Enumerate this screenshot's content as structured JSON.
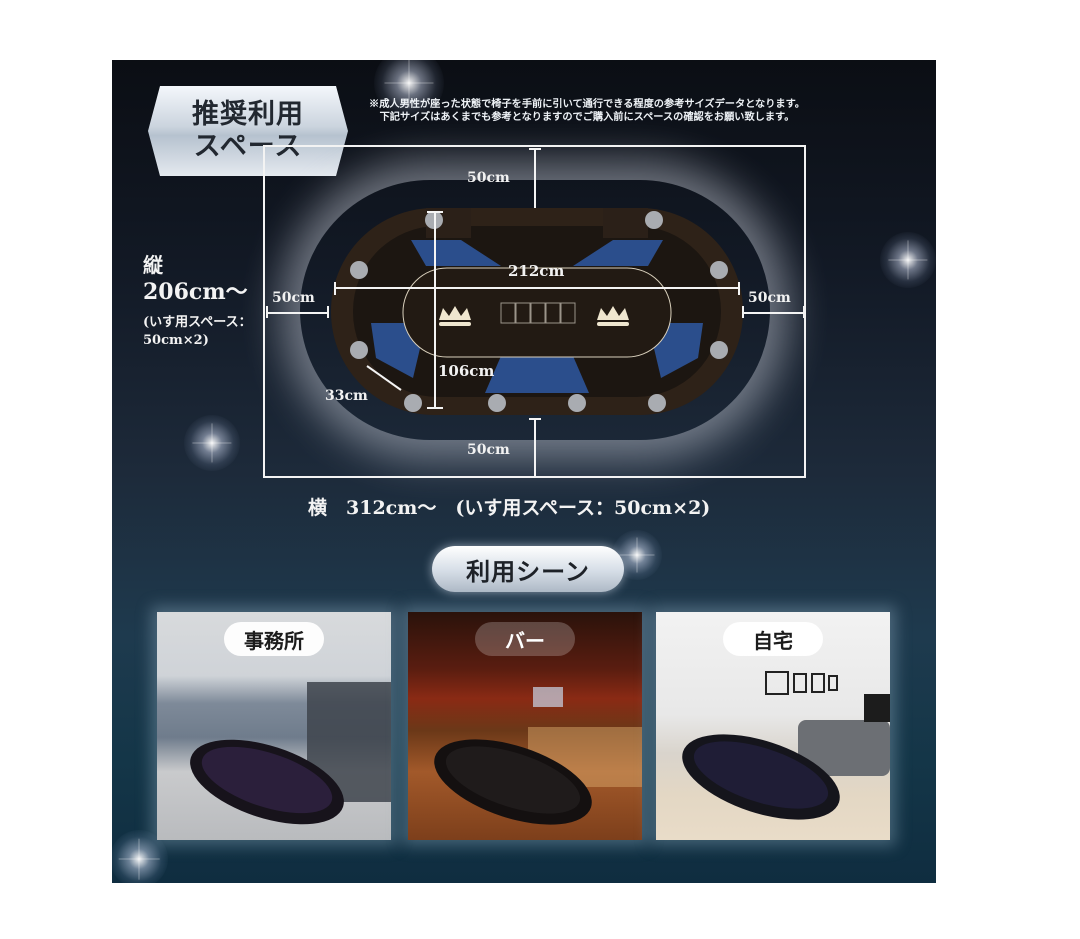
{
  "title": {
    "line1": "推奨利用",
    "line2": "スペース"
  },
  "note": {
    "line1": "※成人男性が座った状態で椅子を手前に引いて通行できる程度の参考サイズデータとなります。",
    "line2": "下記サイズはあくまでも参考となりますのでご購入前にスペースの確認をお願い致します。"
  },
  "dimensions": {
    "top_clearance": "50cm",
    "bottom_clearance": "50cm",
    "left_clearance": "50cm",
    "right_clearance": "50cm",
    "table_width": "212cm",
    "table_depth": "106cm",
    "seat_spacing": "33cm"
  },
  "vertical_total": {
    "label": "縦",
    "value": "206cm〜",
    "note_line1": "(いす用スペース：",
    "note_line2": "50cm×2)"
  },
  "horizontal_total": {
    "text": "横　312cm〜　(いす用スペース：50cm×2)"
  },
  "scenes": {
    "heading": "利用シーン",
    "items": [
      {
        "label": "事務所",
        "theme": "office"
      },
      {
        "label": "バー",
        "theme": "bar"
      },
      {
        "label": "自宅",
        "theme": "home"
      }
    ]
  },
  "colors": {
    "felt_blue": "#2b4e8c",
    "rail_brown": "#2e2218",
    "cup_gray": "#a9acb1",
    "line_white": "#f4f4f4",
    "crown_cream": "#efe6cf"
  }
}
